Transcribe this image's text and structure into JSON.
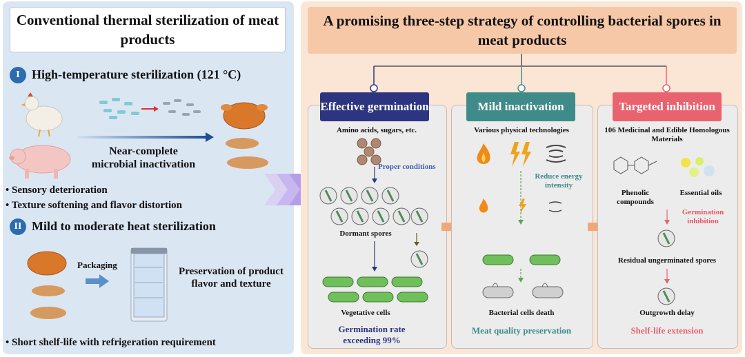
{
  "left": {
    "title": "Conventional thermal sterilization of meat products",
    "section1": {
      "numeral": "I",
      "heading": "High-temperature sterilization (121 °C)"
    },
    "inactivation_label": "Near-complete microbial inactivation",
    "bullets1": [
      "Sensory deterioration",
      "Texture softening and flavor distortion"
    ],
    "section2": {
      "numeral": "II",
      "heading": "Mild to moderate heat sterilization"
    },
    "packaging_label": "Packaging",
    "preservation_label": "Preservation of product flavor and texture",
    "bullets2": [
      "Short shelf-life with refrigeration requirement"
    ]
  },
  "right": {
    "title": "A promising three-step strategy of controlling bacterial spores in meat products",
    "steps": [
      {
        "header": "Effective germination",
        "color": "#2d3580",
        "subtitle": "Amino acids, sugars, etc.",
        "condition": "Proper conditions",
        "stage1": "Dormant spores",
        "stage2": "Vegetative cells",
        "result": "Germination rate exceeding 99%"
      },
      {
        "header": "Mild inactivation",
        "color": "#3f8b8a",
        "subtitle": "Various physical technologies",
        "note": "Reduce energy intensity",
        "stage1": "Bacterial cells death",
        "result": "Meat quality preservation"
      },
      {
        "header": "Targeted inhibition",
        "color": "#e8636f",
        "subtitle": "106 Medicinal and Edible Homologous Materials",
        "material1": "Phenolic compounds",
        "material2": "Essential oils",
        "note": "Germination inhibition",
        "stage1": "Residual ungerminated spores",
        "stage2": "Outgrowth delay",
        "result": "Shelf-life extension"
      }
    ]
  },
  "colors": {
    "left_bg": "#dbe6f3",
    "right_bg": "#fbe6d6",
    "arrow": "#c8b6f0"
  },
  "icons": [
    "chicken-icon",
    "pig-icon",
    "roast-chicken-icon",
    "sausage-icon",
    "refrigerator-icon",
    "spore-icon",
    "flame-icon",
    "lightning-icon",
    "wave-icon",
    "oil-drop-icon",
    "molecule-icon"
  ]
}
